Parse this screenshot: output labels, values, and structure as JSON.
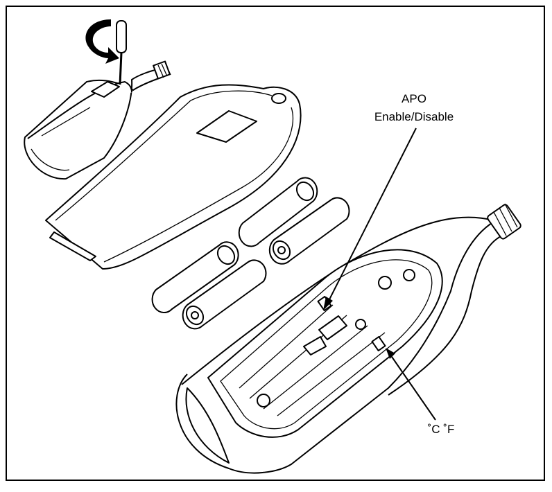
{
  "labels": {
    "apo_line1": "APO",
    "apo_line2": "Enable/Disable",
    "temp_unit": "˚C ˚F"
  },
  "icons": [
    "rotate-arrow-icon",
    "screwdriver-icon"
  ]
}
